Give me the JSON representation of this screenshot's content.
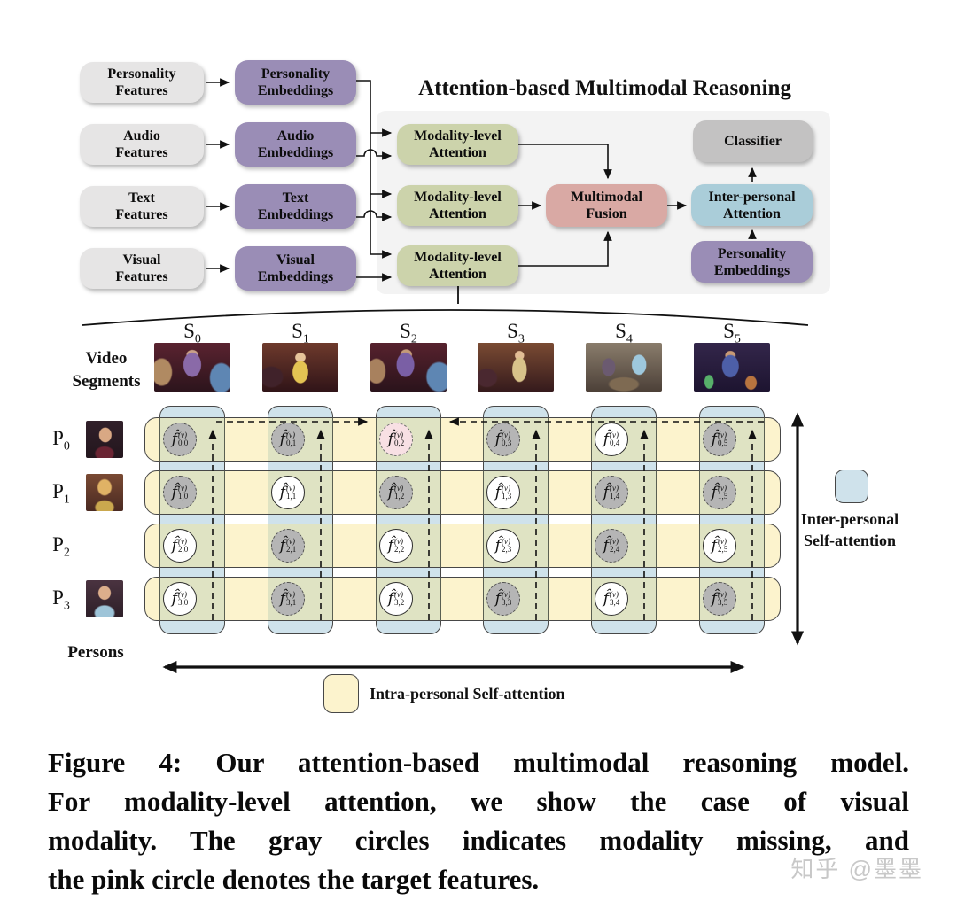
{
  "top": {
    "title": "Attention-based Multimodal Reasoning",
    "feature_boxes": [
      {
        "line1": "Personality",
        "line2": "Features"
      },
      {
        "line1": "Audio",
        "line2": "Features"
      },
      {
        "line1": "Text",
        "line2": "Features"
      },
      {
        "line1": "Visual",
        "line2": "Features"
      }
    ],
    "embedding_boxes": [
      {
        "line1": "Personality",
        "line2": "Embeddings"
      },
      {
        "line1": "Audio",
        "line2": "Embeddings"
      },
      {
        "line1": "Text",
        "line2": "Embeddings"
      },
      {
        "line1": "Visual",
        "line2": "Embeddings"
      }
    ],
    "modality_attention": {
      "line1": "Modality-level",
      "line2": "Attention"
    },
    "fusion": {
      "line1": "Multimodal",
      "line2": "Fusion"
    },
    "classifier": "Classifier",
    "interpersonal_attention": {
      "line1": "Inter-personal",
      "line2": "Attention"
    },
    "personality_embeddings": {
      "line1": "Personality",
      "line2": "Embeddings"
    }
  },
  "grid": {
    "video_segments_label": {
      "line1": "Video",
      "line2": "Segments"
    },
    "segments": [
      {
        "base": "S",
        "sub": "0"
      },
      {
        "base": "S",
        "sub": "1"
      },
      {
        "base": "S",
        "sub": "2"
      },
      {
        "base": "S",
        "sub": "3"
      },
      {
        "base": "S",
        "sub": "4"
      },
      {
        "base": "S",
        "sub": "5"
      }
    ],
    "persons": [
      {
        "base": "P",
        "sub": "0"
      },
      {
        "base": "P",
        "sub": "1"
      },
      {
        "base": "P",
        "sub": "2"
      },
      {
        "base": "P",
        "sub": "3"
      }
    ],
    "persons_label": "Persons",
    "feature_symbol": {
      "base": "f̂",
      "sup": "(v)"
    },
    "cells": [
      {
        "sub": "0,0",
        "state": "missing"
      },
      {
        "sub": "0,1",
        "state": "missing"
      },
      {
        "sub": "0,2",
        "state": "target"
      },
      {
        "sub": "0,3",
        "state": "missing"
      },
      {
        "sub": "0,4",
        "state": "present"
      },
      {
        "sub": "0,5",
        "state": "missing"
      },
      {
        "sub": "1,0",
        "state": "missing"
      },
      {
        "sub": "1,1",
        "state": "present"
      },
      {
        "sub": "1,2",
        "state": "missing"
      },
      {
        "sub": "1,3",
        "state": "present"
      },
      {
        "sub": "1,4",
        "state": "missing"
      },
      {
        "sub": "1,5",
        "state": "missing"
      },
      {
        "sub": "2,0",
        "state": "present"
      },
      {
        "sub": "2,1",
        "state": "missing"
      },
      {
        "sub": "2,2",
        "state": "present"
      },
      {
        "sub": "2,3",
        "state": "present"
      },
      {
        "sub": "2,4",
        "state": "missing"
      },
      {
        "sub": "2,5",
        "state": "present"
      },
      {
        "sub": "3,0",
        "state": "present"
      },
      {
        "sub": "3,1",
        "state": "missing"
      },
      {
        "sub": "3,2",
        "state": "present"
      },
      {
        "sub": "3,3",
        "state": "missing"
      },
      {
        "sub": "3,4",
        "state": "present"
      },
      {
        "sub": "3,5",
        "state": "missing"
      }
    ]
  },
  "legend": {
    "inter": {
      "line1": "Inter-personal",
      "line2": "Self-attention"
    },
    "intra": "Intra-personal Self-attention"
  },
  "caption": {
    "line1": "Figure 4: Our attention-based multimodal reasoning model.",
    "line2": "For modality-level attention, we show the case of visual",
    "line3": "modality. The gray circles indicates modality missing, and",
    "line4": "the pink circle denotes the target features."
  },
  "watermark": "知乎 @墨墨",
  "colors": {
    "feature_box": "#e6e5e5",
    "embedding_box": "#9a8db6",
    "attention_box": "#ccd3ab",
    "fusion_box": "#d9a9a4",
    "classifier_box": "#c3c2c2",
    "interpersonal_box": "#aacdd9",
    "band_yellow": "#fcf3cd",
    "column_blue": "#cfe2eb",
    "cell_green": "#dfe3c3",
    "circle_missing": "#b5b5b5",
    "circle_target": "#f8e0e4",
    "circle_present": "#ffffff"
  }
}
